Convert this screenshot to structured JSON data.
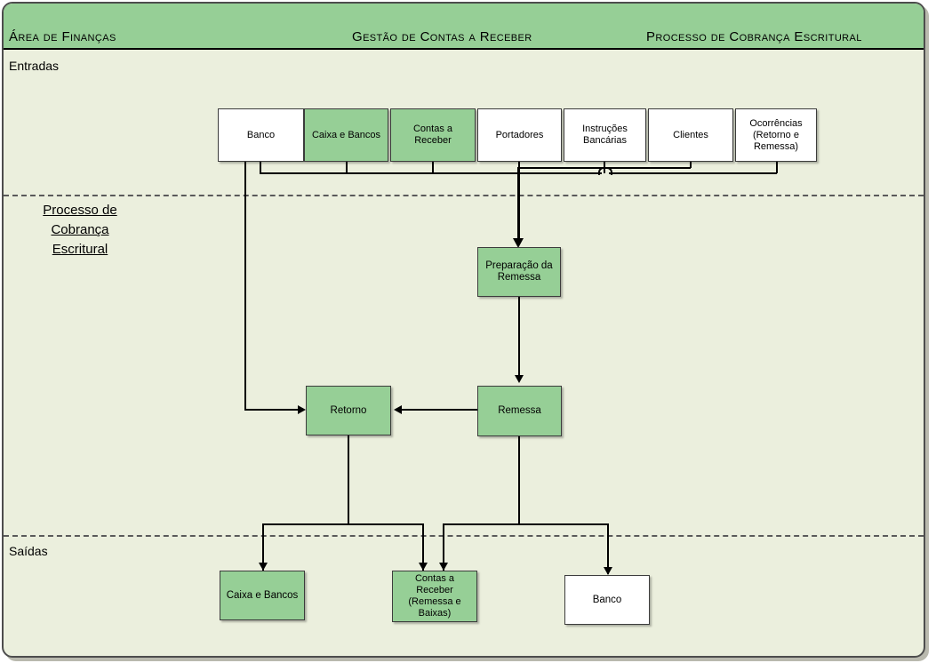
{
  "header": {
    "left": "Área de Finanças",
    "center": "Gestão de Contas a Receber",
    "right": "Processo de Cobrança Escritural",
    "band_color": "#96cf96"
  },
  "lanes": {
    "inputs_label": "Entradas",
    "process_label_lines": [
      "Processo de",
      "Cobrança",
      "Escritural"
    ],
    "outputs_label": "Saídas"
  },
  "colors": {
    "canvas": "#ebefdd",
    "accent_green": "#96cf96",
    "white_node": "#ffffff",
    "stroke": "#000000"
  },
  "diagram": {
    "type": "flowchart",
    "inputs": [
      {
        "label": "Banco",
        "fill": "white"
      },
      {
        "label": "Caixa e Bancos",
        "fill": "green"
      },
      {
        "label": "Contas a Receber",
        "fill": "green"
      },
      {
        "label": "Portadores",
        "fill": "white"
      },
      {
        "label": "Instruções Bancárias",
        "fill": "white"
      },
      {
        "label": "Clientes",
        "fill": "white"
      },
      {
        "label": "Ocorrências (Retorno e Remessa)",
        "fill": "white"
      }
    ],
    "process": [
      {
        "label": "Preparação da Remessa",
        "fill": "green"
      },
      {
        "label": "Retorno",
        "fill": "green"
      },
      {
        "label": "Remessa",
        "fill": "green"
      }
    ],
    "outputs": [
      {
        "label": "Caixa e Bancos",
        "fill": "green"
      },
      {
        "label": "Contas a Receber (Remessa e Baixas)",
        "fill": "green"
      },
      {
        "label": "Banco",
        "fill": "white"
      }
    ],
    "edges": [
      {
        "from": "inputs-bus",
        "to": "Preparação da Remessa"
      },
      {
        "from": "Preparação da Remessa",
        "to": "Remessa"
      },
      {
        "from": "Remessa",
        "to": "Retorno"
      },
      {
        "from": "Banco",
        "to": "Retorno"
      },
      {
        "from": "Retorno",
        "to": "Caixa e Bancos"
      },
      {
        "from": "Retorno",
        "to": "Contas a Receber (Remessa e Baixas)"
      },
      {
        "from": "Remessa",
        "to": "Contas a Receber (Remessa e Baixas)"
      },
      {
        "from": "Remessa",
        "to": "Banco"
      }
    ]
  }
}
